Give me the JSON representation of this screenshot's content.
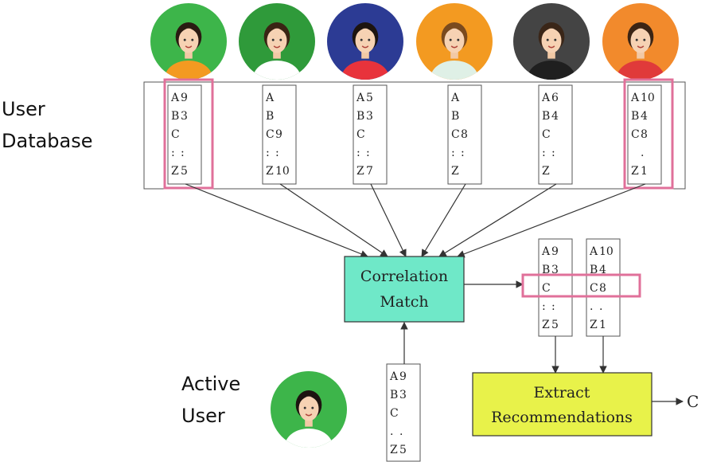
{
  "labels": {
    "user_database": [
      "User",
      "Database"
    ],
    "active_user": [
      "Active",
      "User"
    ]
  },
  "boxes": {
    "correlation": [
      "Correlation",
      "Match"
    ],
    "extract": [
      "Extract",
      "Recommendations"
    ],
    "output": "C"
  },
  "db_columns": [
    {
      "letters": [
        "A",
        "B",
        "C",
        ":",
        "Z"
      ],
      "values": [
        "9",
        "3",
        "",
        ":",
        "5"
      ],
      "highlighted": true
    },
    {
      "letters": [
        "A",
        "B",
        "C",
        ":",
        "Z"
      ],
      "values": [
        "",
        "",
        "9",
        ":",
        "10"
      ],
      "highlighted": false
    },
    {
      "letters": [
        "A",
        "B",
        "C",
        ":",
        "Z"
      ],
      "values": [
        "5",
        "3",
        "",
        ":",
        "7"
      ],
      "highlighted": false
    },
    {
      "letters": [
        "A",
        "B",
        "C",
        ":",
        "Z"
      ],
      "values": [
        "",
        "",
        "8",
        ":",
        ""
      ],
      "highlighted": false
    },
    {
      "letters": [
        "A",
        "B",
        "C",
        ":",
        "Z"
      ],
      "values": [
        "6",
        "4",
        "",
        ":",
        ""
      ],
      "highlighted": false
    },
    {
      "letters": [
        "A",
        "B",
        "C",
        "",
        "Z"
      ],
      "values": [
        "10",
        "4",
        "8",
        ".",
        "1"
      ],
      "highlighted": true
    }
  ],
  "matched_columns": [
    {
      "letters": [
        "A",
        "B",
        "C",
        ":",
        "Z"
      ],
      "values": [
        "9",
        "3",
        "",
        ":",
        "5"
      ]
    },
    {
      "letters": [
        "A",
        "B",
        "C",
        ".",
        "Z"
      ],
      "values": [
        "10",
        "4",
        "8",
        ".",
        "1"
      ]
    }
  ],
  "active_column": {
    "letters": [
      "A",
      "B",
      "C",
      ".",
      "Z"
    ],
    "values": [
      "9",
      "3",
      "",
      ".",
      "5"
    ]
  },
  "avatars": [
    {
      "bg": "#3db54a",
      "shirt": "#f39a21",
      "hair": "#2a1b12"
    },
    {
      "bg": "#2f9a3a",
      "shirt": "#ffffff",
      "hair": "#3a2414"
    },
    {
      "bg": "#2c3b94",
      "shirt": "#e8333c",
      "hair": "#1d1410"
    },
    {
      "bg": "#f39a21",
      "shirt": "#dff0e6",
      "hair": "#7a4a1e"
    },
    {
      "bg": "#444444",
      "shirt": "#1f1f1f",
      "hair": "#3a2618"
    },
    {
      "bg": "#f28a2c",
      "shirt": "#e03a3a",
      "hair": "#3b2414"
    }
  ],
  "active_avatar": {
    "bg": "#3db54a",
    "shirt": "#ffffff",
    "hair": "#1d1410"
  },
  "colors": {
    "highlight": "#e0709a",
    "correlation_fill": "#6fe8c8",
    "extract_fill": "#e8f24a",
    "line": "#333333"
  }
}
